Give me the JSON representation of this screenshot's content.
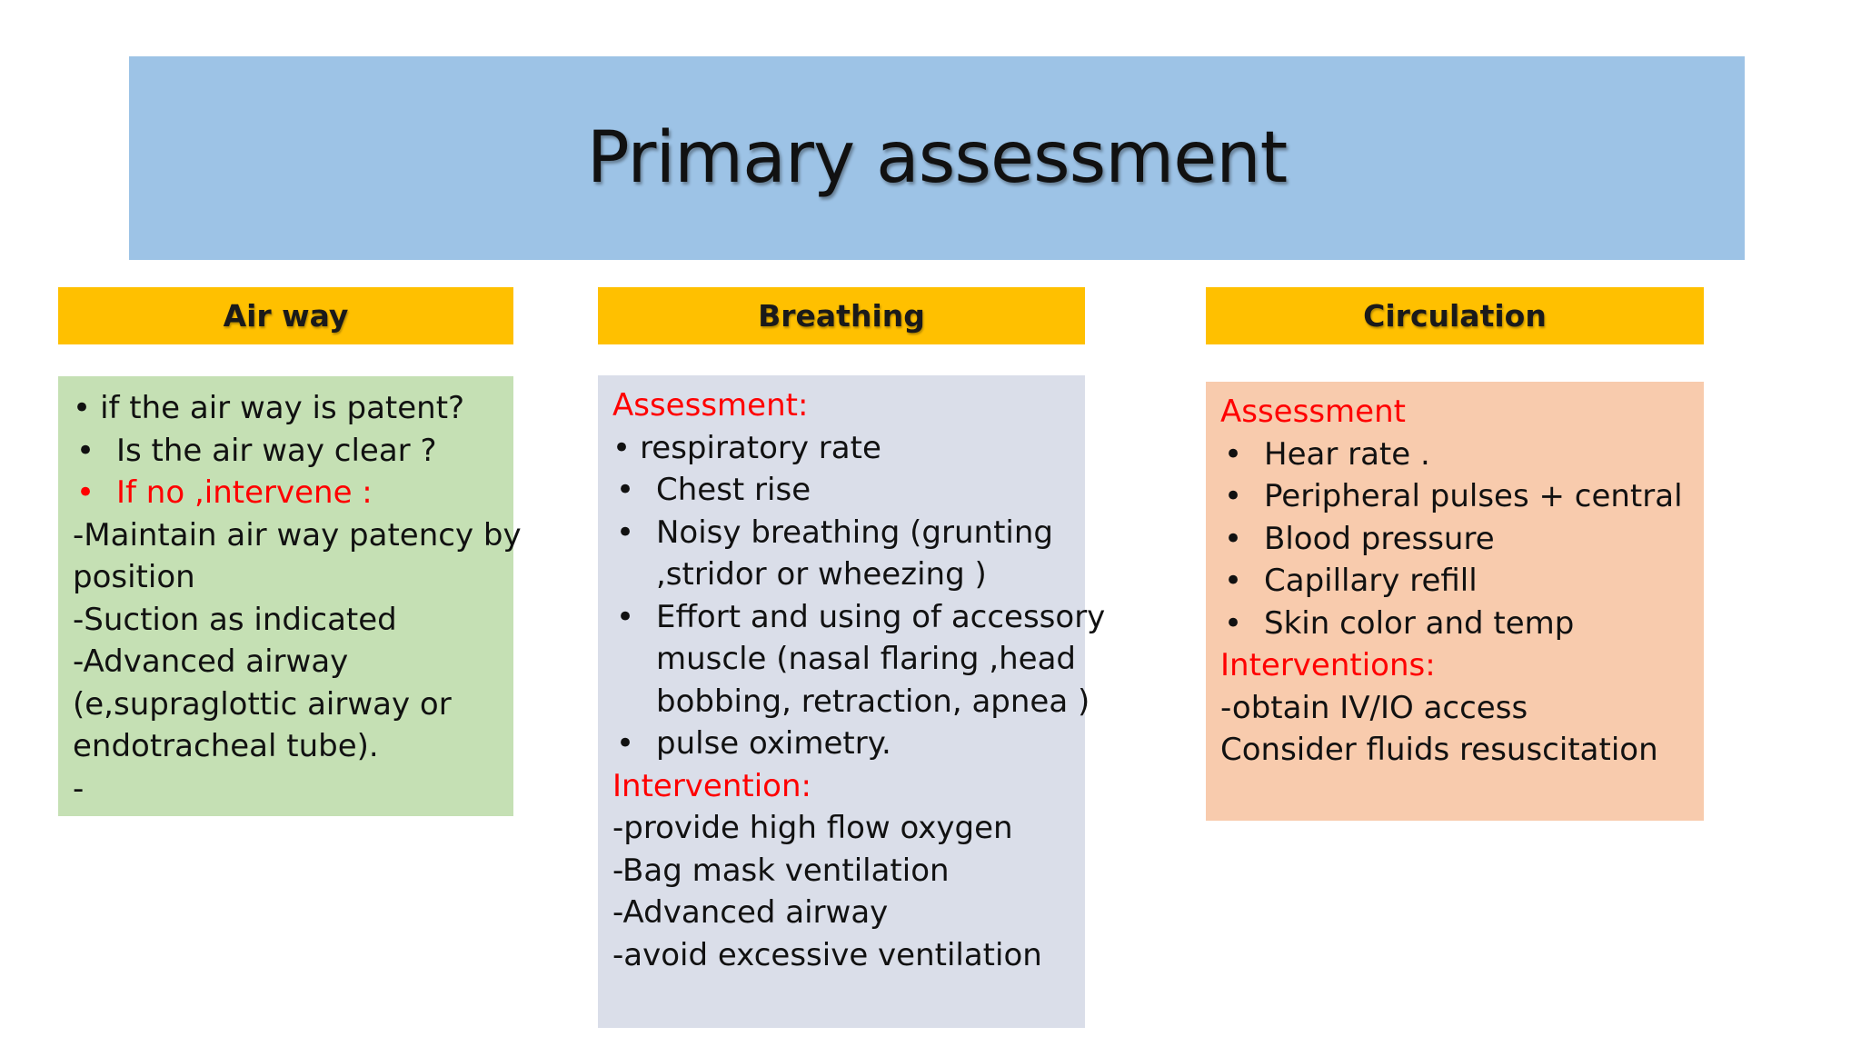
{
  "title": "Primary assessment",
  "columns": {
    "airway": {
      "header": "Air way",
      "bullet_inline_1": "if the air way is patent?",
      "bullet_1": "Is the air way clear ?",
      "bullet_red": "If no ,intervene :",
      "line_1": "-Maintain air way patency by",
      "line_2": "position",
      "line_3": "-Suction as indicated",
      "line_4": "-Advanced airway",
      "line_5": "(e,supraglottic airway or",
      "line_6": "endotracheal tube).",
      "line_7": "-"
    },
    "breathing": {
      "header": "Breathing",
      "assessment_label": "Assessment:",
      "bullet_inline_1": "respiratory rate",
      "bullet_1": "Chest rise",
      "bullet_2_line_1": "Noisy breathing (grunting",
      "bullet_2_line_2": ",stridor or wheezing )",
      "bullet_3_line_1": "Effort and using of accessory",
      "bullet_3_line_2": "muscle (nasal flaring ,head",
      "bullet_3_line_3": "bobbing, retraction, apnea )",
      "bullet_4": "pulse oximetry.",
      "intervention_label": "Intervention:",
      "line_1": "-provide high flow oxygen",
      "line_2": "-Bag mask ventilation",
      "line_3": "-Advanced airway",
      "line_4": "-avoid excessive ventilation"
    },
    "circulation": {
      "header": "Circulation",
      "assessment_label": "Assessment",
      "bullet_1": "Hear rate .",
      "bullet_2": "Peripheral pulses + central",
      "bullet_3": "Blood pressure",
      "bullet_4": "Capillary refill",
      "bullet_5": "Skin color and temp",
      "interventions_label": "Interventions:",
      "line_1": "-obtain IV/IO access",
      "line_2": "Consider fluids resuscitation"
    }
  },
  "symbols": {
    "bullet": "•"
  },
  "colors": {
    "title_banner": "#9dc3e6",
    "column_header": "#ffc000",
    "airway_panel": "#c5e0b4",
    "breathing_panel": "#dadee9",
    "circulation_panel": "#f8cbad",
    "emphasis_red": "#ff0000"
  }
}
